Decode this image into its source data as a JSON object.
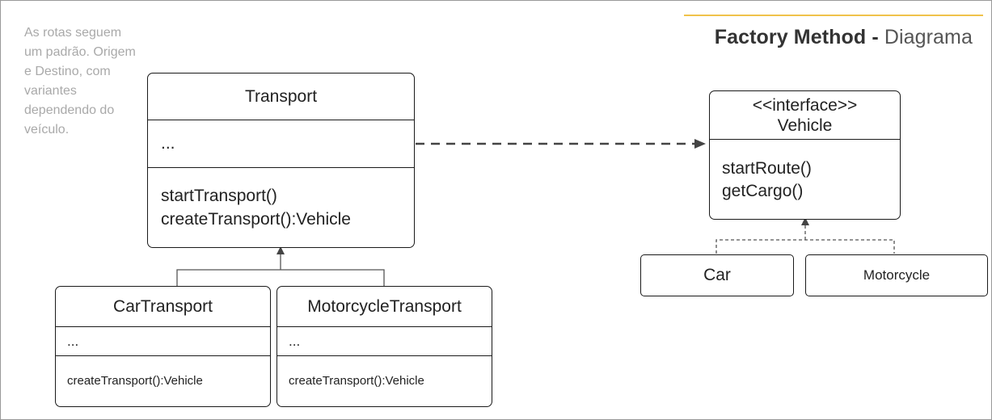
{
  "header": {
    "title_bold": "Factory Method",
    "title_sep": " - ",
    "title_light": "Diagrama"
  },
  "note": {
    "text": "As rotas seguem um padrão. Origem e Destino, com variantes dependendo do veículo."
  },
  "transport": {
    "name": "Transport",
    "attributes": "...",
    "methods": [
      "startTransport()",
      "createTransport():Vehicle"
    ]
  },
  "car_transport": {
    "name": "CarTransport",
    "attributes": "...",
    "methods": [
      "createTransport():Vehicle"
    ]
  },
  "motorcycle_transport": {
    "name": "MotorcycleTransport",
    "attributes": "...",
    "methods": [
      "createTransport():Vehicle"
    ]
  },
  "vehicle": {
    "stereotype": "<<interface>>",
    "name": "Vehicle",
    "methods": [
      "startRoute()",
      "getCargo()"
    ]
  },
  "car": {
    "name": "Car"
  },
  "motorcycle": {
    "name": "Motorcycle"
  },
  "colors": {
    "accent": "#f0c24a",
    "note_text": "#a9a9a9",
    "border": "#1a1a1a",
    "connector": "#444444"
  }
}
